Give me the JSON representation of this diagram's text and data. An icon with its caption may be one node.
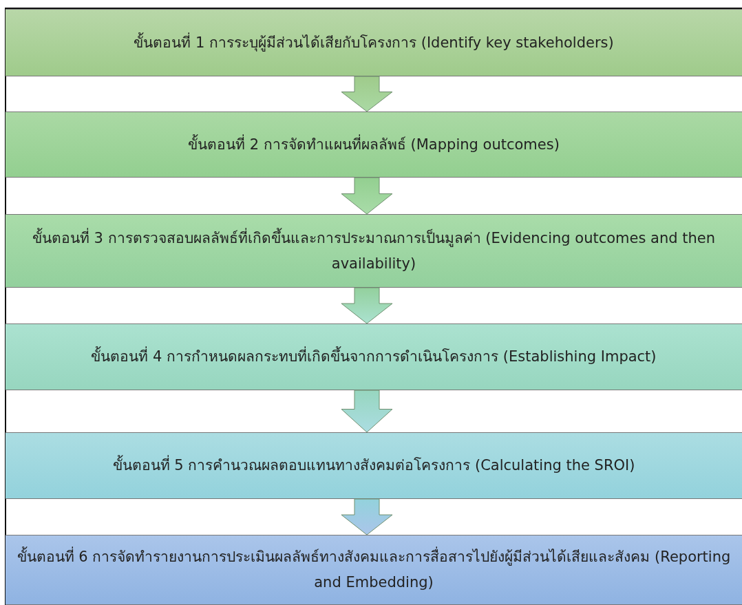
{
  "diagram": {
    "nodes": [
      {
        "text": [
          "ขั้นตอนที่ 1 การระบุผู้มีส่วนได้เสียกับโครงการ (Identify key stakeholders)"
        ]
      },
      {
        "text": [
          "ขั้นตอนที่ 2 การจัดทำแผนที่ผลลัพธ์ (Mapping outcomes)"
        ]
      },
      {
        "text": [
          "ขั้นตอนที่ 3 การตรวจสอบผลลัพธ์ที่เกิดขึ้นและการประมาณการเป็นมูลค่า (Evidencing outcomes and then availability)"
        ]
      },
      {
        "text": [
          "ขั้นตอนที่ 4 การกำหนดผลกระทบที่เกิดขึ้นจากการดำเนินโครงการ (Establishing Impact)"
        ]
      },
      {
        "text": [
          "ขั้นตอนที่ 5 การคำนวณผลตอบแทนทางสังคมต่อโครงการ (Calculating the SROI)"
        ]
      },
      {
        "text": [
          "ขั้นตอนที่ 6 การจัดทำรายงานการประเมินผลลัพธ์ทางสังคมและการสื่อสารไปยังผู้มีส่วนได้เสียและสังคม (Reporting and Embedding)"
        ]
      }
    ],
    "edges": [
      {
        "from": 0,
        "to": 1,
        "arrow": "to"
      },
      {
        "from": 1,
        "to": 2,
        "arrow": "to"
      },
      {
        "from": 2,
        "to": 3,
        "arrow": "to"
      },
      {
        "from": 3,
        "to": 4,
        "arrow": "to"
      },
      {
        "from": 4,
        "to": 5,
        "arrow": "to"
      }
    ]
  }
}
